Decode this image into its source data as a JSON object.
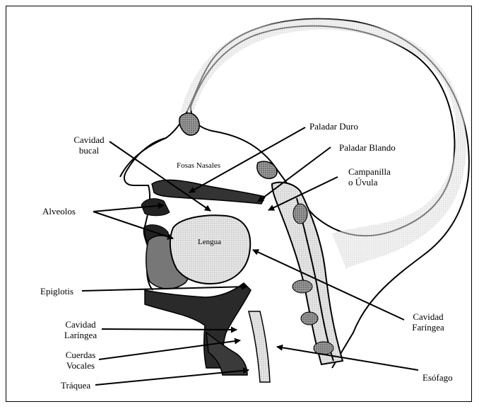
{
  "labels": {
    "paladar_duro": "Paladar Duro",
    "cavidad_bucal_1": "Cavidad",
    "cavidad_bucal_2": "bucal",
    "paladar_blando": "Paladar Blando",
    "fosas_nasales": "Fosas Nasales",
    "campanilla_1": "Campanilla",
    "campanilla_2": "o Úvula",
    "alveolos": "Alveolos",
    "lengua": "Lengua",
    "epiglotis": "Epiglotis",
    "cavidad_laringea_1": "Cavidad",
    "cavidad_laringea_2": "Laríngea",
    "cavidad_faringea_1": "Cavidad",
    "cavidad_faringea_2": "Faríngea",
    "cuerdas_vocales_1": "Cuerdas",
    "cuerdas_vocales_2": "Vocales",
    "esofago": "Esófago",
    "traquea": "Tráquea"
  }
}
